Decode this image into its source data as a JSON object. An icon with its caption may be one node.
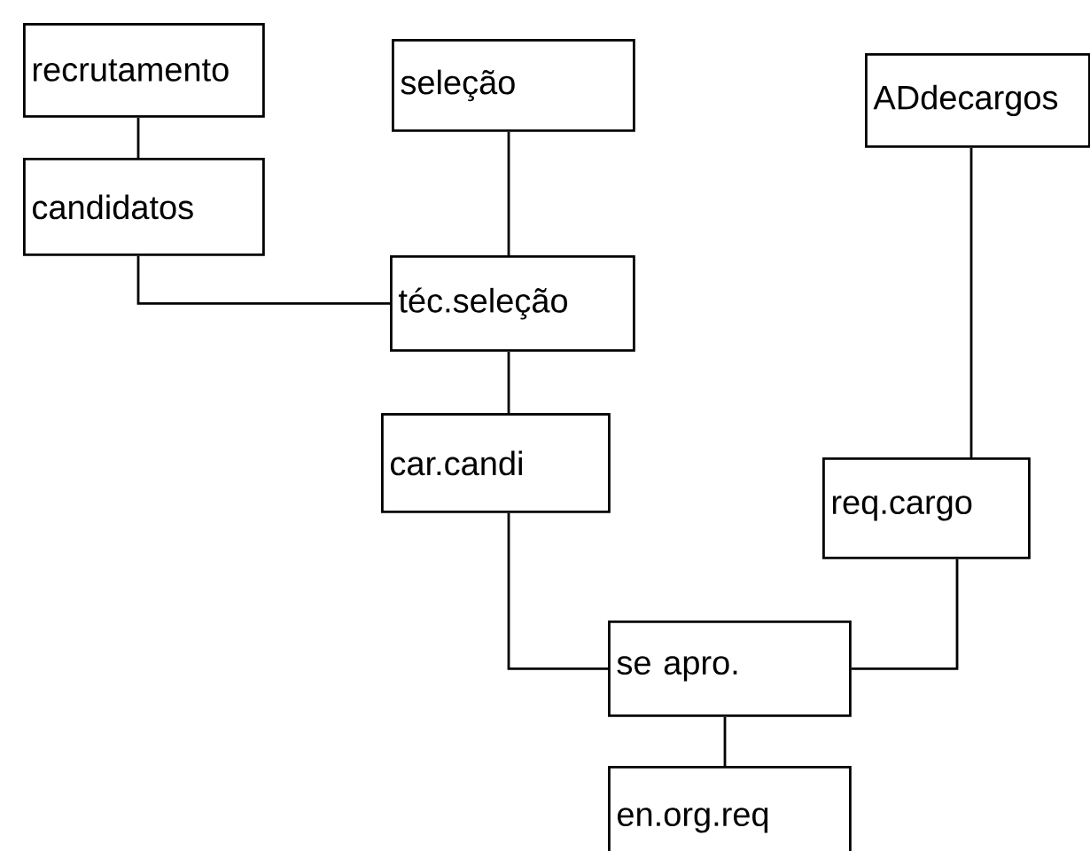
{
  "diagram": {
    "nodes": [
      {
        "text": [
          "recrutamento"
        ]
      },
      {
        "text": [
          "candidatos"
        ]
      },
      {
        "text": [
          "seleção"
        ]
      },
      {
        "text": [
          "téc.seleção"
        ]
      },
      {
        "text": [
          "ADdecargos"
        ]
      },
      {
        "text": [
          "car.candi"
        ]
      },
      {
        "text": [
          "req.cargo"
        ]
      },
      {
        "text": [
          "se apro."
        ]
      },
      {
        "text": [
          "en.org.req"
        ]
      }
    ],
    "edges": [
      {
        "from": 0,
        "to": 1,
        "arrow": "none"
      },
      {
        "from": 1,
        "to": 3,
        "arrow": "none"
      },
      {
        "from": 2,
        "to": 3,
        "arrow": "none"
      },
      {
        "from": 3,
        "to": 5,
        "arrow": "none"
      },
      {
        "from": 4,
        "to": 6,
        "arrow": "none"
      },
      {
        "from": 5,
        "to": 7,
        "arrow": "none"
      },
      {
        "from": 6,
        "to": 7,
        "arrow": "none"
      },
      {
        "from": 7,
        "to": 8,
        "arrow": "none"
      }
    ]
  }
}
